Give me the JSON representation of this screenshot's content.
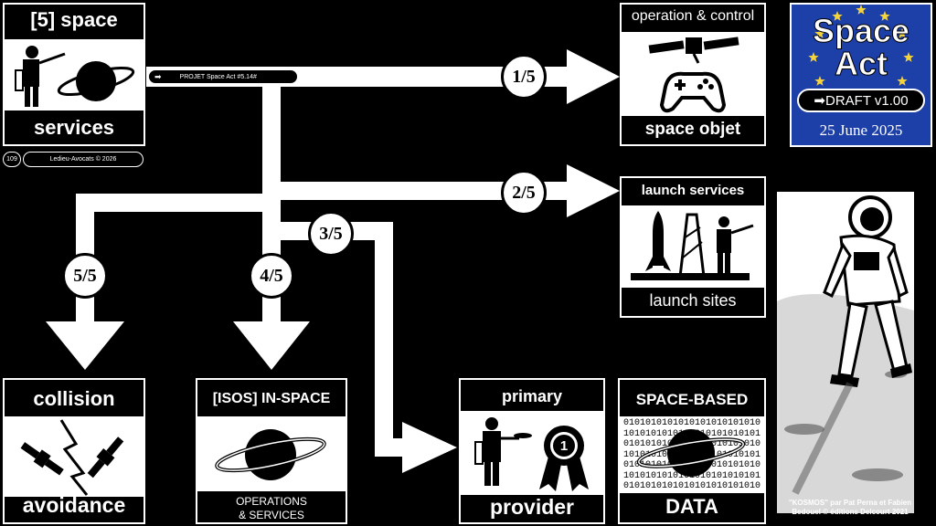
{
  "header": {
    "chapter_title": "[5] space",
    "chapter_footer": "services",
    "project_label": "PROJET Space Act #5.14#",
    "page_number": "109",
    "copyright": "Ledieu-Avocats  ©  2026"
  },
  "badge": {
    "line1": "Space",
    "line2": "Act",
    "draft": "DRAFT v1.00",
    "date": "25 June 2025",
    "colors": {
      "background": "#1d3fa8",
      "stars": "#f5d33a"
    }
  },
  "steps": [
    "1/5",
    "2/5",
    "3/5",
    "4/5",
    "5/5"
  ],
  "cards": {
    "operation": {
      "title": "operation & control",
      "footer": "space objet"
    },
    "launch": {
      "title": "launch services",
      "footer": "launch sites"
    },
    "collision": {
      "title": "collision",
      "footer": "avoidance"
    },
    "isos": {
      "title": "[ISOS] IN-SPACE",
      "footer_line1": "OPERATIONS",
      "footer_line2": "& SERVICES"
    },
    "primary": {
      "title": "primary",
      "footer": "provider",
      "badge_number": "1"
    },
    "data": {
      "title": "SPACE-BASED",
      "footer": "DATA",
      "binary_rows": [
        "0101010101010101010101010",
        "1010101010101010101010101",
        "0101010101010101010101010",
        "1010101010101010101010101",
        "0101010101010101010101010",
        "1010101010101010101010101",
        "0101010101010101010101010"
      ]
    }
  },
  "illustration": {
    "credit_line1": "\"KOSMOS\" par Pat Perna et Fabien",
    "credit_line2": "Bedouel © éditions Delcourt 2021"
  }
}
